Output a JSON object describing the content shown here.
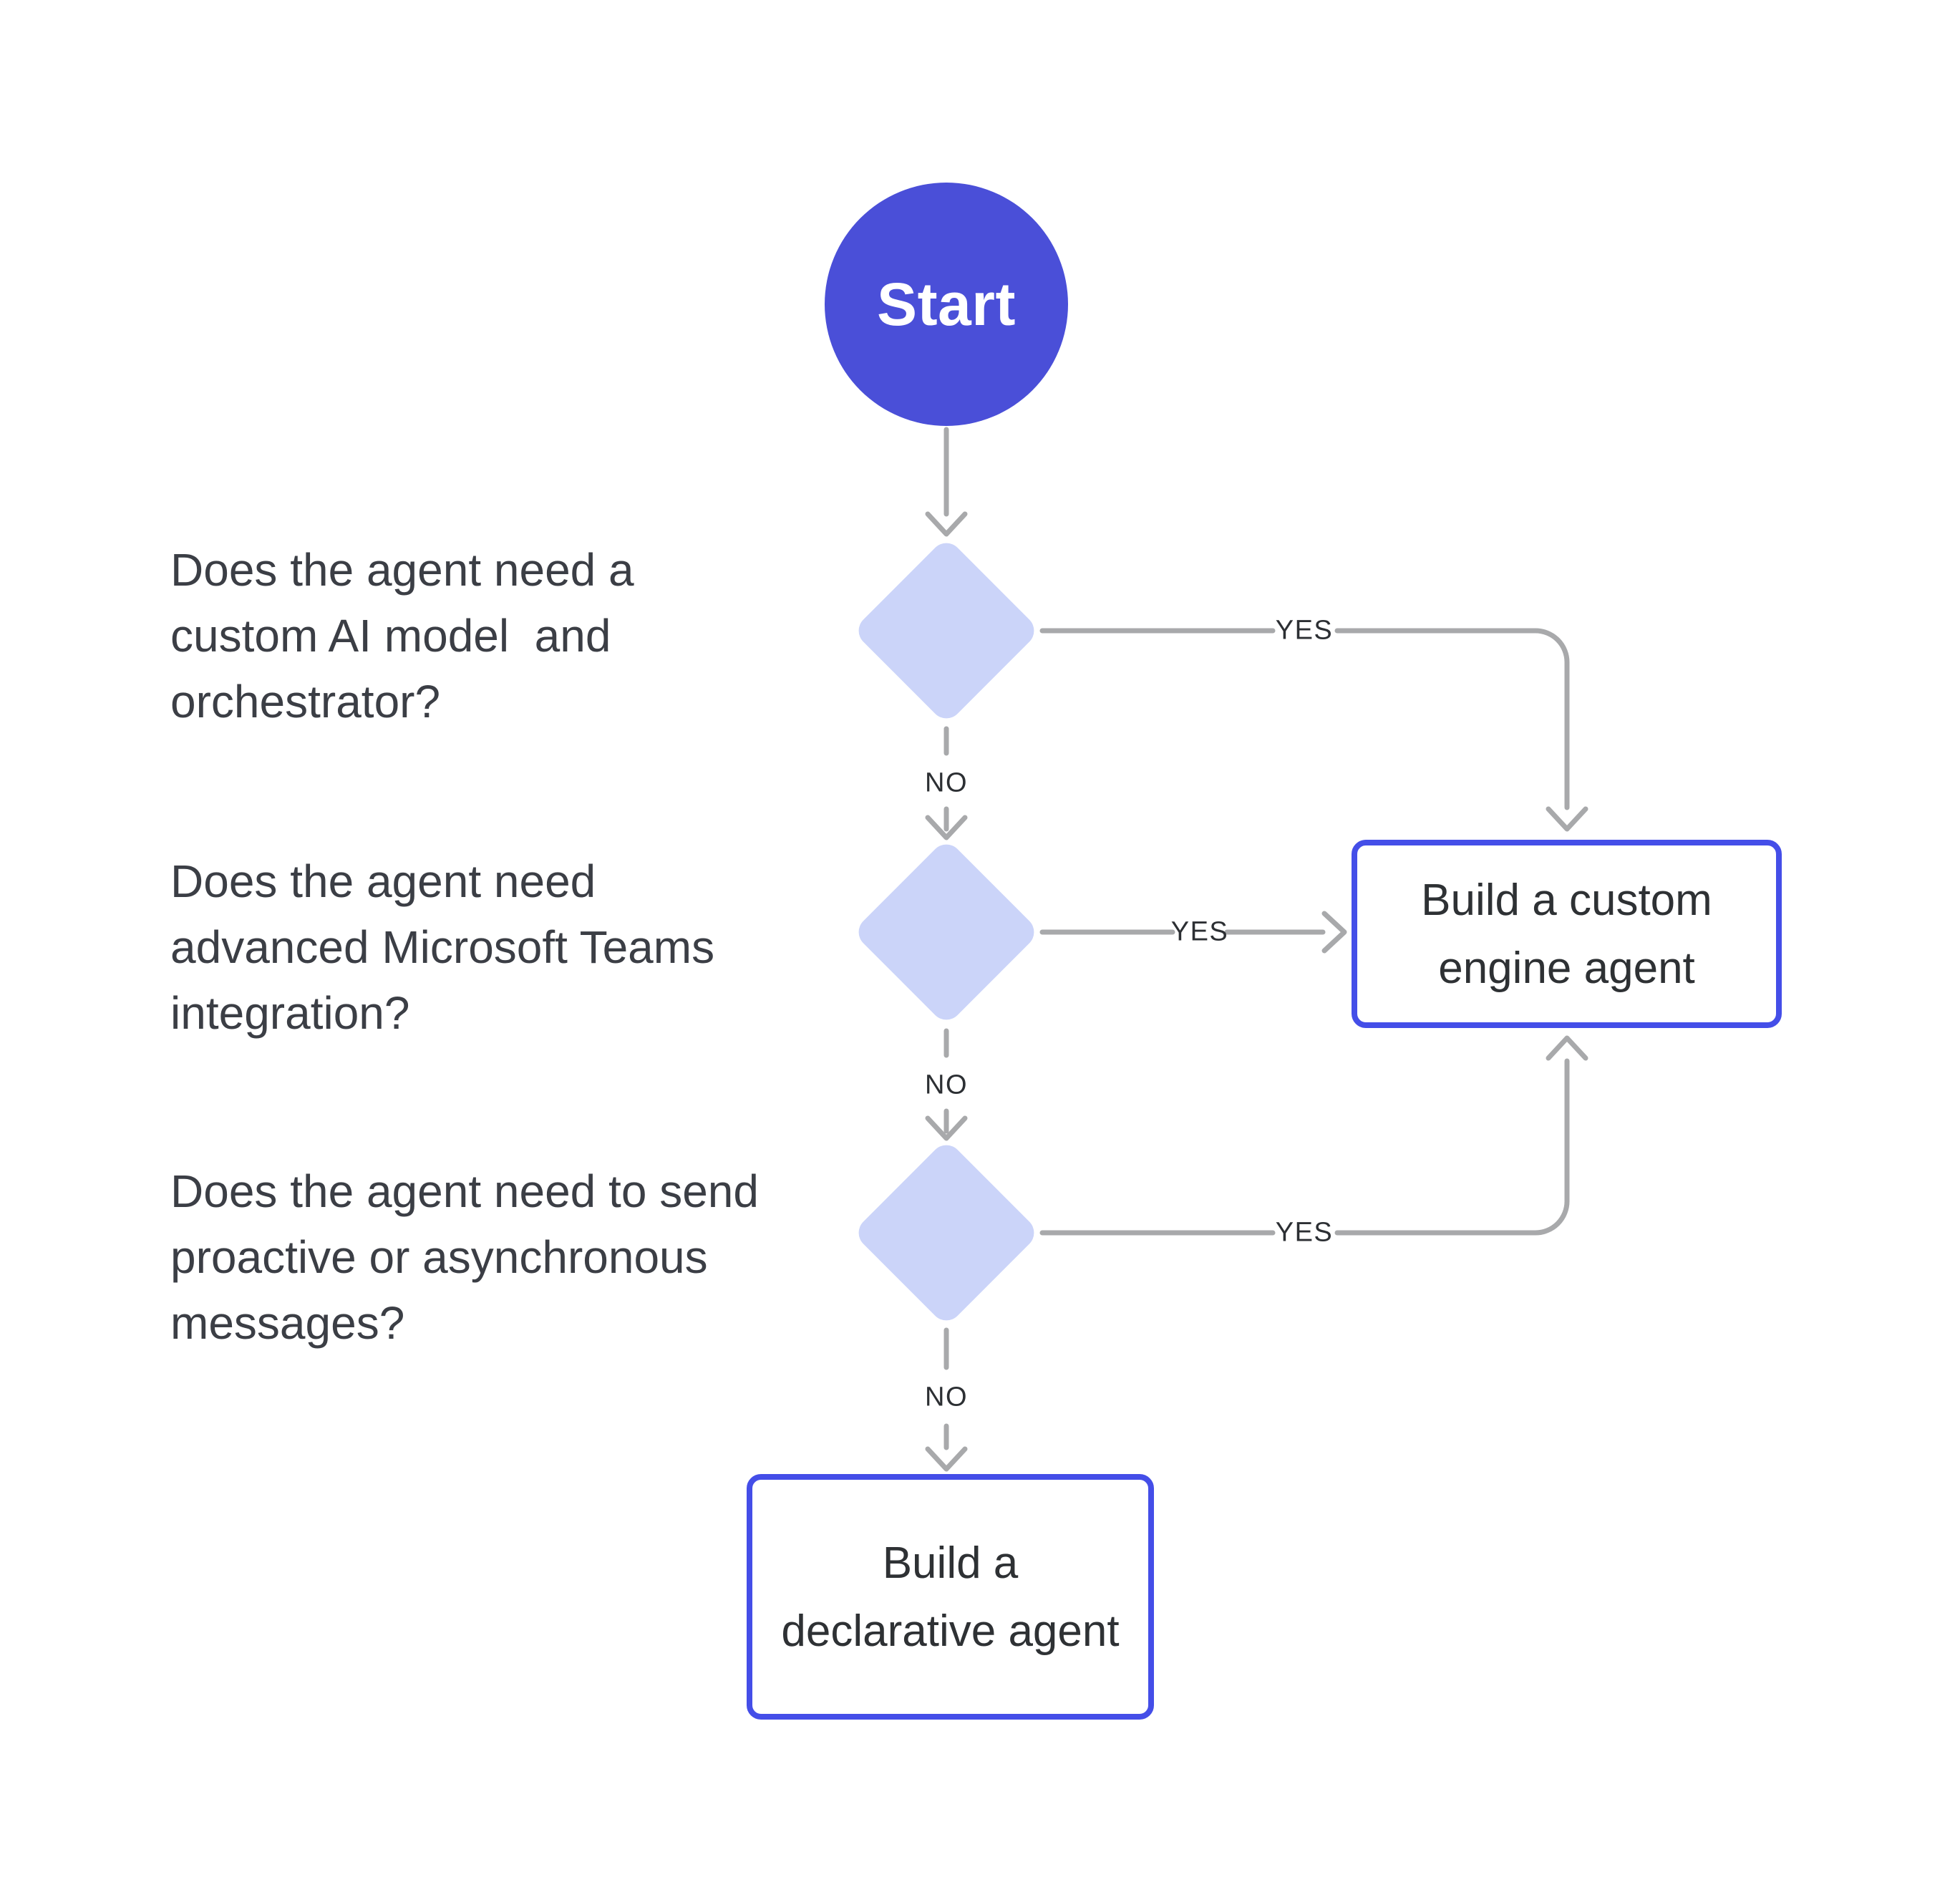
{
  "flowchart": {
    "title_hint": "agent build decision flowchart",
    "start": {
      "label": "Start"
    },
    "decisions": [
      {
        "question_lines": [
          "Does the agent need a",
          "custom AI model  and",
          "orchestrator?"
        ],
        "yes_label": "YES",
        "no_label": "NO",
        "yes_target": "Build a custom engine agent",
        "no_target": "next decision"
      },
      {
        "question_lines": [
          "Does the agent need",
          "advanced Microsoft Teams",
          "integration?"
        ],
        "yes_label": "YES",
        "no_label": "NO",
        "yes_target": "Build a custom engine agent",
        "no_target": "next decision"
      },
      {
        "question_lines": [
          "Does the agent need to send",
          "proactive or asynchronous",
          "messages?"
        ],
        "yes_label": "YES",
        "no_label": "NO",
        "yes_target": "Build a custom engine agent",
        "no_target": "Build a declarative agent"
      }
    ],
    "outcomes": [
      {
        "lines": [
          "Build a custom",
          "engine agent"
        ]
      },
      {
        "lines": [
          "Build a",
          "declarative agent"
        ]
      }
    ],
    "colors": {
      "start_fill": "#4a4fd8",
      "decision_fill": "#cbd4f9",
      "outcome_border": "#444ee8",
      "connector": "#a8a9ab",
      "question_text": "#3b3e45",
      "label_text": "#2c2f33",
      "outcome_text": "#2e3134"
    }
  }
}
